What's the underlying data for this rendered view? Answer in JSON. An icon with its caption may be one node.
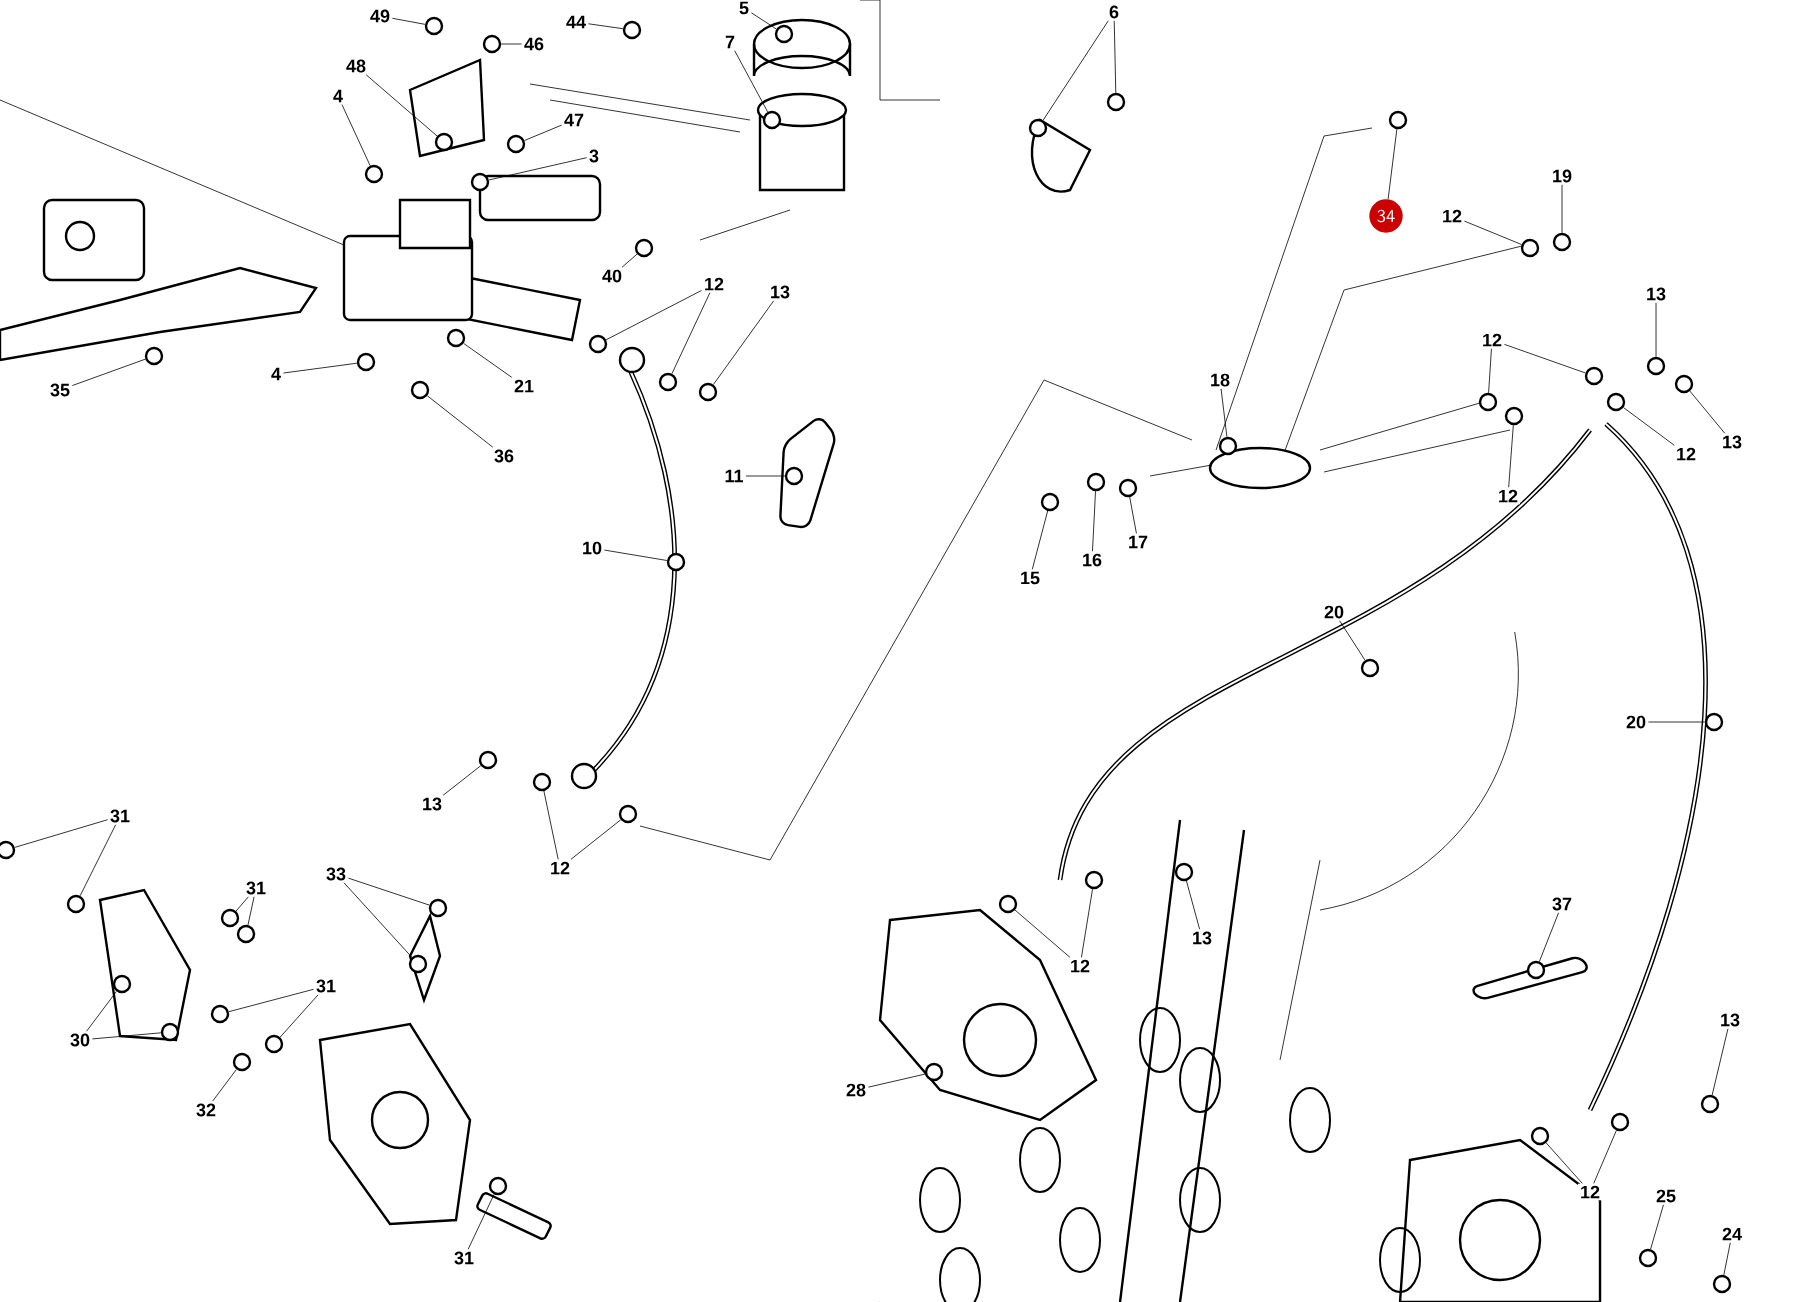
{
  "diagram": {
    "nodes": [
      {
        "text": [
          "49"
        ]
      },
      {
        "text": [
          "46"
        ]
      },
      {
        "text": [
          "44"
        ]
      },
      {
        "text": [
          "5"
        ]
      },
      {
        "text": [
          "7"
        ]
      },
      {
        "text": [
          "6"
        ]
      },
      {
        "text": [
          "48"
        ]
      },
      {
        "text": [
          "4"
        ]
      },
      {
        "text": [
          "47"
        ]
      },
      {
        "text": [
          "3"
        ]
      },
      {
        "text": [
          "40"
        ]
      },
      {
        "text": [
          "12"
        ]
      },
      {
        "text": [
          "13"
        ]
      },
      {
        "text": [
          "35"
        ]
      },
      {
        "text": [
          "4"
        ]
      },
      {
        "text": [
          "21"
        ]
      },
      {
        "text": [
          "36"
        ]
      },
      {
        "text": [
          "11"
        ]
      },
      {
        "text": [
          "10"
        ]
      },
      {
        "text": [
          "34"
        ]
      },
      {
        "text": [
          "19"
        ]
      },
      {
        "text": [
          "12"
        ]
      },
      {
        "text": [
          "13"
        ]
      },
      {
        "text": [
          "12"
        ]
      },
      {
        "text": [
          "18"
        ]
      },
      {
        "text": [
          "12"
        ]
      },
      {
        "text": [
          "13"
        ]
      },
      {
        "text": [
          "12"
        ]
      },
      {
        "text": [
          "15"
        ]
      },
      {
        "text": [
          "16"
        ]
      },
      {
        "text": [
          "17"
        ]
      },
      {
        "text": [
          "20"
        ]
      },
      {
        "text": [
          "20"
        ]
      },
      {
        "text": [
          "13"
        ]
      },
      {
        "text": [
          "12"
        ]
      },
      {
        "text": [
          "31"
        ]
      },
      {
        "text": [
          "31"
        ]
      },
      {
        "text": [
          "33"
        ]
      },
      {
        "text": [
          "31"
        ]
      },
      {
        "text": [
          "30"
        ]
      },
      {
        "text": [
          "32"
        ]
      },
      {
        "text": [
          "28"
        ]
      },
      {
        "text": [
          "31"
        ]
      },
      {
        "text": [
          "12"
        ]
      },
      {
        "text": [
          "13"
        ]
      },
      {
        "text": [
          "37"
        ]
      },
      {
        "text": [
          "13"
        ]
      },
      {
        "text": [
          "12"
        ]
      },
      {
        "text": [
          "25"
        ]
      },
      {
        "text": [
          "24"
        ]
      },
      {
        "text": [],
        "shape": "circle"
      },
      {
        "text": [],
        "shape": "circle"
      },
      {
        "text": [],
        "shape": "circle"
      },
      {
        "text": [],
        "shape": "circle"
      },
      {
        "text": [],
        "shape": "circle"
      },
      {
        "text": [],
        "shape": "circle"
      },
      {
        "text": [],
        "shape": "circle"
      },
      {
        "text": [],
        "shape": "circle"
      },
      {
        "text": [],
        "shape": "circle"
      },
      {
        "text": [],
        "shape": "circle"
      },
      {
        "text": [],
        "shape": "circle"
      },
      {
        "text": [],
        "shape": "circle"
      },
      {
        "text": [],
        "shape": "circle"
      },
      {
        "text": [],
        "shape": "circle"
      },
      {
        "text": [],
        "shape": "circle"
      },
      {
        "text": [],
        "shape": "circle"
      },
      {
        "text": [],
        "shape": "circle"
      },
      {
        "text": [],
        "shape": "circle"
      },
      {
        "text": [],
        "shape": "circle"
      },
      {
        "text": [],
        "shape": "circle"
      },
      {
        "text": [],
        "shape": "circle"
      },
      {
        "text": [],
        "shape": "circle"
      },
      {
        "text": [],
        "shape": "circle"
      },
      {
        "text": [],
        "shape": "circle"
      },
      {
        "text": [],
        "shape": "circle"
      },
      {
        "text": [],
        "shape": "circle"
      },
      {
        "text": [],
        "shape": "circle"
      },
      {
        "text": [],
        "shape": "circle"
      },
      {
        "text": [],
        "shape": "circle"
      },
      {
        "text": [],
        "shape": "circle"
      },
      {
        "text": [],
        "shape": "circle"
      },
      {
        "text": [],
        "shape": "circle"
      },
      {
        "text": [],
        "shape": "circle"
      },
      {
        "text": [],
        "shape": "circle"
      },
      {
        "text": [],
        "shape": "circle"
      },
      {
        "text": [],
        "shape": "circle"
      },
      {
        "text": [],
        "shape": "circle"
      },
      {
        "text": [],
        "shape": "circle"
      },
      {
        "text": [],
        "shape": "circle"
      },
      {
        "text": [],
        "shape": "circle"
      },
      {
        "text": [],
        "shape": "circle"
      },
      {
        "text": [],
        "shape": "circle"
      },
      {
        "text": [],
        "shape": "circle"
      },
      {
        "text": [],
        "shape": "circle"
      },
      {
        "text": [],
        "shape": "circle"
      },
      {
        "text": [],
        "shape": "circle"
      },
      {
        "text": [],
        "shape": "circle"
      },
      {
        "text": [],
        "shape": "circle"
      },
      {
        "text": [],
        "shape": "circle"
      },
      {
        "text": [],
        "shape": "circle"
      },
      {
        "text": [],
        "shape": "circle"
      },
      {
        "text": [],
        "shape": "circle"
      },
      {
        "text": [],
        "shape": "circle"
      },
      {
        "text": [],
        "shape": "circle"
      },
      {
        "text": [],
        "shape": "circle"
      },
      {
        "text": [],
        "shape": "circle"
      },
      {
        "text": [],
        "shape": "circle"
      },
      {
        "text": [],
        "shape": "circle"
      },
      {
        "text": [],
        "shape": "circle"
      },
      {
        "text": [],
        "shape": "circle"
      },
      {
        "text": [],
        "shape": "circle"
      }
    ],
    "edges": [
      {
        "from": 0,
        "to": 50,
        "arrow": "none"
      },
      {
        "from": 1,
        "to": 51,
        "arrow": "none"
      },
      {
        "from": 2,
        "to": 52,
        "arrow": "none"
      },
      {
        "from": 3,
        "to": 53,
        "arrow": "none"
      },
      {
        "from": 4,
        "to": 54,
        "arrow": "none"
      },
      {
        "from": 5,
        "to": 55,
        "arrow": "none"
      },
      {
        "from": 5,
        "to": 56,
        "arrow": "none"
      },
      {
        "from": 6,
        "to": 57,
        "arrow": "none"
      },
      {
        "from": 7,
        "to": 58,
        "arrow": "none"
      },
      {
        "from": 8,
        "to": 59,
        "arrow": "none"
      },
      {
        "from": 9,
        "to": 60,
        "arrow": "none"
      },
      {
        "from": 10,
        "to": 61,
        "arrow": "none"
      },
      {
        "from": 11,
        "to": 62,
        "arrow": "none"
      },
      {
        "from": 11,
        "to": 63,
        "arrow": "none"
      },
      {
        "from": 12,
        "to": 64,
        "arrow": "none"
      },
      {
        "from": 13,
        "to": 65,
        "arrow": "none"
      },
      {
        "from": 14,
        "to": 66,
        "arrow": "none"
      },
      {
        "from": 15,
        "to": 67,
        "arrow": "none"
      },
      {
        "from": 16,
        "to": 68,
        "arrow": "none"
      },
      {
        "from": 17,
        "to": 69,
        "arrow": "none"
      },
      {
        "from": 18,
        "to": 70,
        "arrow": "none"
      },
      {
        "from": 19,
        "to": 71,
        "arrow": "none"
      },
      {
        "from": 20,
        "to": 72,
        "arrow": "none"
      },
      {
        "from": 21,
        "to": 73,
        "arrow": "none"
      },
      {
        "from": 22,
        "to": 74,
        "arrow": "none"
      },
      {
        "from": 23,
        "to": 75,
        "arrow": "none"
      },
      {
        "from": 23,
        "to": 76,
        "arrow": "none"
      },
      {
        "from": 24,
        "to": 77,
        "arrow": "none"
      },
      {
        "from": 25,
        "to": 78,
        "arrow": "none"
      },
      {
        "from": 26,
        "to": 79,
        "arrow": "none"
      },
      {
        "from": 27,
        "to": 80,
        "arrow": "none"
      },
      {
        "from": 28,
        "to": 81,
        "arrow": "none"
      },
      {
        "from": 29,
        "to": 82,
        "arrow": "none"
      },
      {
        "from": 30,
        "to": 83,
        "arrow": "none"
      },
      {
        "from": 31,
        "to": 84,
        "arrow": "none"
      },
      {
        "from": 32,
        "to": 85,
        "arrow": "none"
      },
      {
        "from": 33,
        "to": 86,
        "arrow": "none"
      },
      {
        "from": 34,
        "to": 87,
        "arrow": "none"
      },
      {
        "from": 34,
        "to": 88,
        "arrow": "none"
      },
      {
        "from": 35,
        "to": 89,
        "arrow": "none"
      },
      {
        "from": 35,
        "to": 90,
        "arrow": "none"
      },
      {
        "from": 36,
        "to": 91,
        "arrow": "none"
      },
      {
        "from": 36,
        "to": 92,
        "arrow": "none"
      },
      {
        "from": 37,
        "to": 93,
        "arrow": "none"
      },
      {
        "from": 37,
        "to": 94,
        "arrow": "none"
      },
      {
        "from": 38,
        "to": 95,
        "arrow": "none"
      },
      {
        "from": 38,
        "to": 96,
        "arrow": "none"
      },
      {
        "from": 39,
        "to": 97,
        "arrow": "none"
      },
      {
        "from": 39,
        "to": 98,
        "arrow": "none"
      },
      {
        "from": 40,
        "to": 99,
        "arrow": "none"
      },
      {
        "from": 41,
        "to": 100,
        "arrow": "none"
      },
      {
        "from": 42,
        "to": 101,
        "arrow": "none"
      },
      {
        "from": 43,
        "to": 102,
        "arrow": "none"
      },
      {
        "from": 43,
        "to": 103,
        "arrow": "none"
      },
      {
        "from": 44,
        "to": 104,
        "arrow": "none"
      },
      {
        "from": 45,
        "to": 105,
        "arrow": "none"
      },
      {
        "from": 46,
        "to": 106,
        "arrow": "none"
      },
      {
        "from": 47,
        "to": 107,
        "arrow": "none"
      },
      {
        "from": 47,
        "to": 108,
        "arrow": "none"
      },
      {
        "from": 48,
        "to": 109,
        "arrow": "none"
      },
      {
        "from": 49,
        "to": 110,
        "arrow": "none"
      }
    ]
  }
}
